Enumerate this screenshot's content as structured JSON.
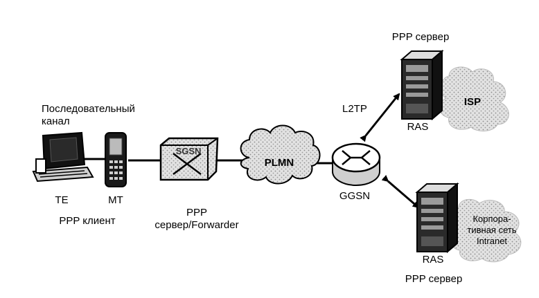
{
  "labels": {
    "serial_channel_line1": "Последовательный",
    "serial_channel_line2": "канал",
    "te": "TE",
    "mt": "MT",
    "ppp_client": "PPP клиент",
    "sgsn": "SGSN",
    "ppp_server_forwarder_line1": "PPP",
    "ppp_server_forwarder_line2": "сервер/Forwarder",
    "plmn": "PLMN",
    "ggsn": "GGSN",
    "l2tp": "L2TP",
    "ppp_server_top": "PPP сервер",
    "ras_top": "RAS",
    "isp": "ISP",
    "corporate_line1": "Корпора-",
    "corporate_line2": "тивная сеть",
    "corporate_line3": "Intranet",
    "ras_bottom": "RAS",
    "ppp_server_bottom": "PPP сервер"
  },
  "colors": {
    "ink": "#000000",
    "paper": "#ffffff",
    "cloud_fill": "#dcdcdc",
    "device_fill": "#bdbdbd"
  }
}
